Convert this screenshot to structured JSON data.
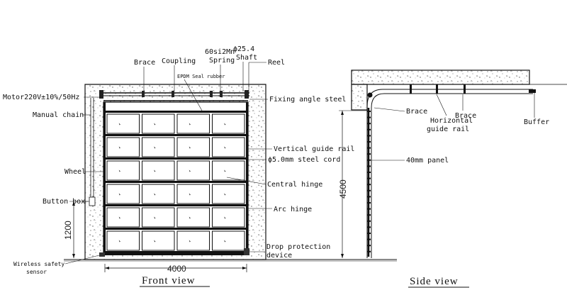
{
  "front_view": {
    "title": "Front view",
    "dim_width": "4000",
    "dim_height": "1200",
    "panels": {
      "rows": 6,
      "cols": 4
    },
    "labels": {
      "brace": "Brace",
      "coupling": "Coupling",
      "spring_line1": "60si2Mn",
      "spring_line2": "Spring",
      "shaft_line1": "ϕ25.4",
      "shaft_line2": "Shaft",
      "epdm": "EPDM Seal rubber",
      "reel": "Reel",
      "motor": "Motor220V±10%/50Hz",
      "manual_chain": "Manual chain",
      "wheel": "Wheel",
      "button_box": "Button box",
      "wireless_line1": "Wireless safety",
      "wireless_line2": "sensor",
      "fixing_angle": "Fixing angle steel",
      "vertical_rail": "Vertical guide rail",
      "steel_cord": "ϕ5.0mm steel cord",
      "central_hinge": "Central hinge",
      "arc_hinge": "Arc hinge",
      "drop_line1": "Drop protection",
      "drop_line2": "device"
    }
  },
  "side_view": {
    "title": "Side view",
    "dim_height": "4500",
    "labels": {
      "brace": "Brace",
      "brace2": "Brace",
      "horizontal_line1": "Horizontal",
      "horizontal_line2": "guide rail",
      "buffer": "Buffer",
      "panel": "40mm panel"
    }
  }
}
